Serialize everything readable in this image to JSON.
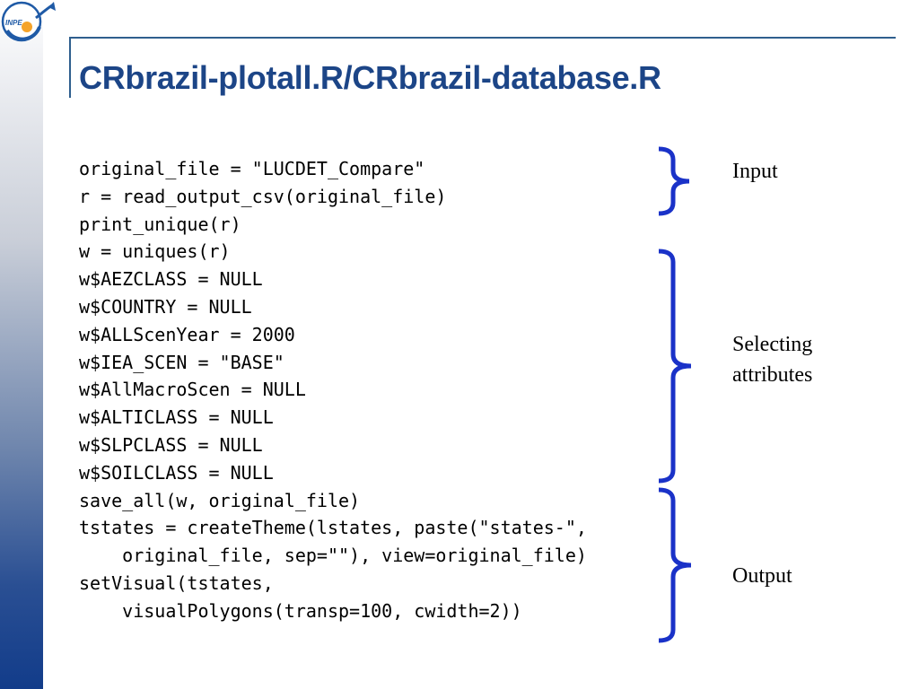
{
  "slide": {
    "title": "CRbrazil-plotall.R/CRbrazil-database.R",
    "logo_text": "INPE",
    "colors": {
      "title": "#1c4587",
      "rule": "#2f5f8e",
      "bracket": "#1a32c8",
      "logo_orange": "#f5a32a",
      "logo_blue": "#1f5aa6"
    }
  },
  "code_lines": [
    "original_file = \"LUCDET_Compare\"",
    "r = read_output_csv(original_file)",
    "print_unique(r)",
    "w = uniques(r)",
    "w$AEZCLASS = NULL",
    "w$COUNTRY = NULL",
    "w$ALLScenYear = 2000",
    "w$IEA_SCEN = \"BASE\"",
    "w$AllMacroScen = NULL",
    "w$ALTICLASS = NULL",
    "w$SLPCLASS = NULL",
    "w$SOILCLASS = NULL",
    "save_all(w, original_file)",
    "tstates = createTheme(lstates, paste(\"states-\",",
    "    original_file, sep=\"\"), view=original_file)",
    "setVisual(tstates,",
    "    visualPolygons(transp=100, cwidth=2))"
  ],
  "annotations": {
    "input": "Input",
    "selecting": "Selecting attributes",
    "output": "Output"
  }
}
